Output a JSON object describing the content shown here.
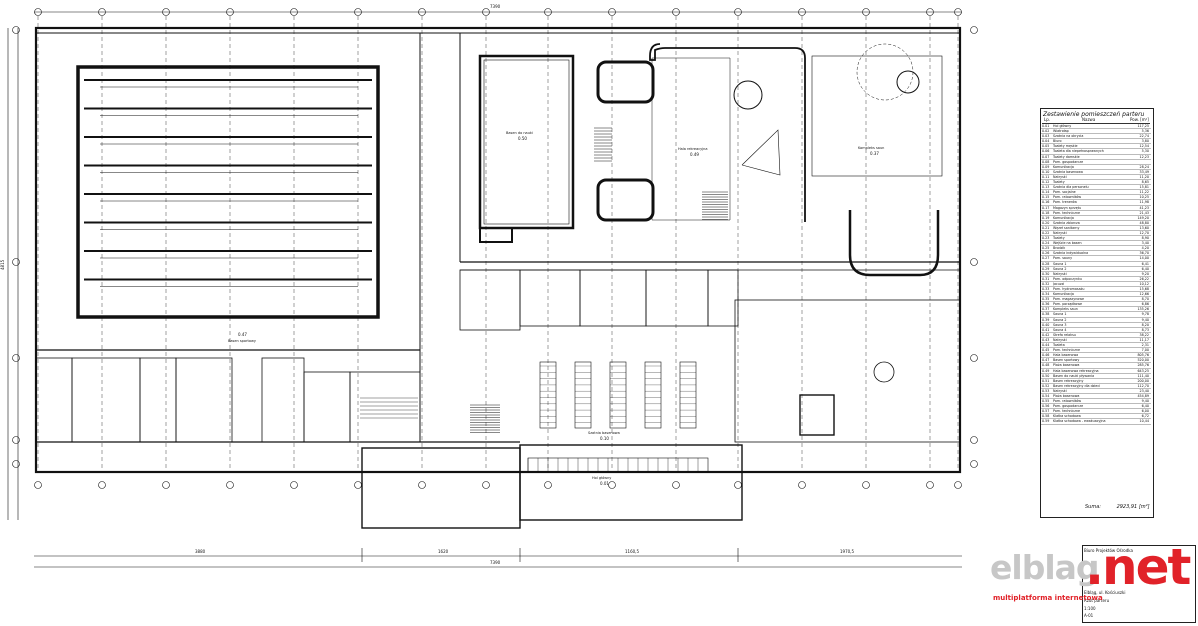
{
  "schedule": {
    "title": "Zestawienie pomieszczeń parteru",
    "headers": [
      "Lp.",
      "Nazwa",
      "Pow. [m²]"
    ],
    "rows": [
      {
        "no": "0.01",
        "name": "Hol główny",
        "area": "117,25"
      },
      {
        "no": "0.02",
        "name": "Wiatrołap",
        "area": "5,36"
      },
      {
        "no": "0.03",
        "name": "Szatnia na okrycia",
        "area": "22,74"
      },
      {
        "no": "0.04",
        "name": "Biuro",
        "area": "3,80"
      },
      {
        "no": "0.05",
        "name": "Toalety męskie",
        "area": "12,54"
      },
      {
        "no": "0.06",
        "name": "Toaleta dla niepełnosprawnych",
        "area": "5,30"
      },
      {
        "no": "0.07",
        "name": "Toalety damskie",
        "area": "12,23"
      },
      {
        "no": "0.08",
        "name": "Pom. gospodarcze",
        "area": ""
      },
      {
        "no": "0.09",
        "name": "Komunikacja",
        "area": "28,24"
      },
      {
        "no": "0.10",
        "name": "Szatnia basenowa",
        "area": "33,49"
      },
      {
        "no": "0.11",
        "name": "Natryski",
        "area": "11,20"
      },
      {
        "no": "0.12",
        "name": "Toalety",
        "area": "8,65"
      },
      {
        "no": "0.13",
        "name": "Szatnia dla personelu",
        "area": "15,81"
      },
      {
        "no": "0.14",
        "name": "Pom. socjalne",
        "area": "11,22"
      },
      {
        "no": "0.15",
        "name": "Pom. ratowników",
        "area": "10,25"
      },
      {
        "no": "0.16",
        "name": "Pom. trenerów",
        "area": "11,98"
      },
      {
        "no": "0.17",
        "name": "Magazyn sprzętu",
        "area": "41,23"
      },
      {
        "no": "0.18",
        "name": "Pom. techniczne",
        "area": "21,43"
      },
      {
        "no": "0.19",
        "name": "Komunikacja",
        "area": "149,20"
      },
      {
        "no": "0.20",
        "name": "Szatnia zbiorcza",
        "area": "48,80"
      },
      {
        "no": "0.21",
        "name": "Węzeł sanitarny",
        "area": "13,60"
      },
      {
        "no": "0.22",
        "name": "Natryski",
        "area": "12,70"
      },
      {
        "no": "0.23",
        "name": "Toalety",
        "area": "8,90"
      },
      {
        "no": "0.24",
        "name": "Wejście na basen",
        "area": "3,40"
      },
      {
        "no": "0.25",
        "name": "Brodzik",
        "area": "4,20"
      },
      {
        "no": "0.26",
        "name": "Szatnia indywidualna",
        "area": "36,70"
      },
      {
        "no": "0.27",
        "name": "Pom. sauny",
        "area": "14,00"
      },
      {
        "no": "0.28",
        "name": "Sauna 1",
        "area": "6,41"
      },
      {
        "no": "0.29",
        "name": "Sauna 2",
        "area": "6,40"
      },
      {
        "no": "0.30",
        "name": "Natryski",
        "area": "9,20"
      },
      {
        "no": "0.31",
        "name": "Pom. odpoczynku",
        "area": "26,22"
      },
      {
        "no": "0.32",
        "name": "Jacuzzi",
        "area": "10,12"
      },
      {
        "no": "0.33",
        "name": "Pom. hydromasażu",
        "area": "15,68"
      },
      {
        "no": "0.34",
        "name": "Komunikacja",
        "area": "12,66"
      },
      {
        "no": "0.35",
        "name": "Pom. magazynowe",
        "area": "8,70"
      },
      {
        "no": "0.36",
        "name": "Pom. porządkowe",
        "area": "6,86"
      },
      {
        "no": "0.37",
        "name": "Kompleks saun",
        "area": "135,26"
      },
      {
        "no": "0.38",
        "name": "Sauna 1",
        "area": "9,78"
      },
      {
        "no": "0.39",
        "name": "Sauna 2",
        "area": "9,40"
      },
      {
        "no": "0.40",
        "name": "Sauna 3",
        "area": "8,20"
      },
      {
        "no": "0.41",
        "name": "Sauna 4",
        "area": "8,73"
      },
      {
        "no": "0.42",
        "name": "Strefa relaksu",
        "area": "38,22"
      },
      {
        "no": "0.43",
        "name": "Natryski",
        "area": "11,17"
      },
      {
        "no": "0.44",
        "name": "Toaleta",
        "area": "2,31"
      },
      {
        "no": "0.45",
        "name": "Pom. techniczne",
        "area": "7,00"
      },
      {
        "no": "0.46",
        "name": "Hala basenowa",
        "area": "805,76"
      },
      {
        "no": "0.47",
        "name": "Basen sportowy",
        "area": "520,00"
      },
      {
        "no": "0.48",
        "name": "Plaża basenowa",
        "area": "285,76"
      },
      {
        "no": "0.49",
        "name": "Hala basenowa rekreacyjna",
        "area": "643,25"
      },
      {
        "no": "0.50",
        "name": "Basen do nauki pływania",
        "area": "111,40"
      },
      {
        "no": "0.51",
        "name": "Basen rekreacyjny",
        "area": "200,00"
      },
      {
        "no": "0.52",
        "name": "Basen rekreacyjny dla dzieci",
        "area": "112,70"
      },
      {
        "no": "0.53",
        "name": "Natryski",
        "area": "23,40"
      },
      {
        "no": "0.54",
        "name": "Plaża basenowa",
        "area": "454,89"
      },
      {
        "no": "0.55",
        "name": "Pom. ratowników",
        "area": "9,40"
      },
      {
        "no": "0.56",
        "name": "Pom. gospodarcze",
        "area": "6,40"
      },
      {
        "no": "0.57",
        "name": "Pom. techniczne",
        "area": "6,00"
      },
      {
        "no": "0.58",
        "name": "Klatka schodowa",
        "area": "6,72"
      },
      {
        "no": "0.59",
        "name": "Klatka schodowa - ewakuacyjna",
        "area": "10,44"
      }
    ],
    "sum_label": "Suma:",
    "sum_value": "2923,91",
    "sum_unit": "[m²]"
  },
  "titleblock": {
    "company": "Biuro Projektów Ośrodka",
    "line2": "Elbląg, ul. Kościuszki",
    "line3": "Rzut parteru",
    "scale": "1:100",
    "sheet": "A-01"
  },
  "watermark": {
    "brand_main": "elblag",
    "brand_net": ".net",
    "tagline": "multiplatforma internetowa"
  },
  "dimensions": {
    "top_total": "7390",
    "bottom_total": "7390",
    "bottom_segments": [
      "3880",
      "1620",
      "1160,5",
      "1970,5"
    ],
    "left_total": "4815"
  },
  "rooms": {
    "pool_big_label": "Basen sportowy",
    "pool_big_area": "0.47",
    "pool_mid_label": "Basen do nauki",
    "pool_mid_area": "0.50",
    "rec_label": "Hala rekreacyjna",
    "rec_area": "0.49",
    "sauna_label": "Kompleks saun",
    "sauna_area": "0.37",
    "hall_label": "Hol główny",
    "hall_area": "0.01",
    "cloak_label": "Szatnia basenowa",
    "cloak_area": "0.10"
  }
}
